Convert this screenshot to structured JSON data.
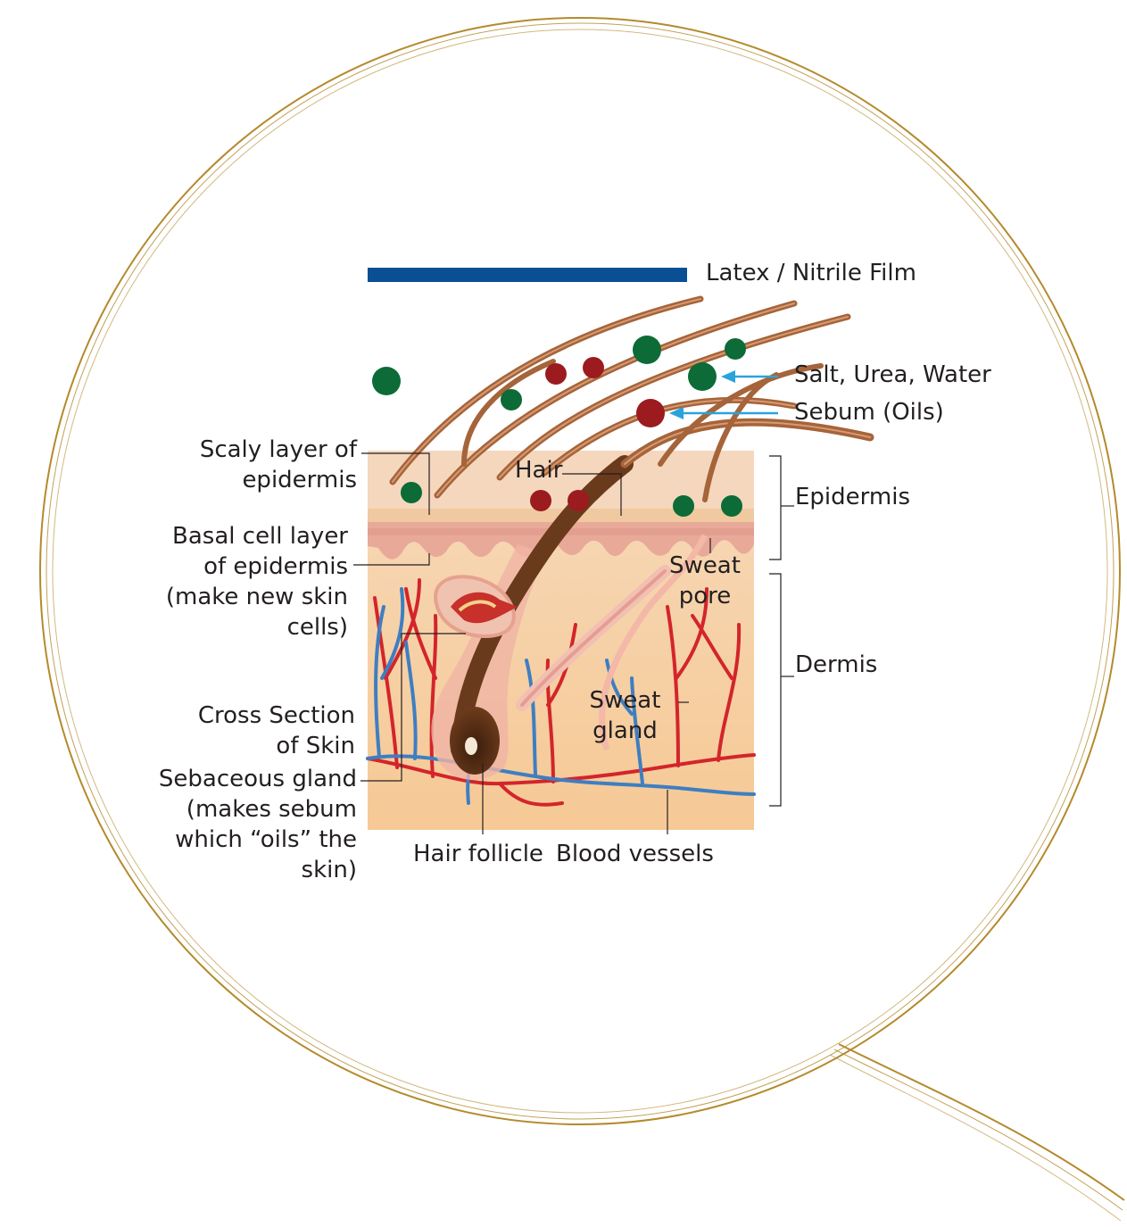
{
  "film_label": "Latex / Nitrile Film",
  "legend": {
    "salt_urea_water": "Salt, Urea, Water",
    "sebum": "Sebum (Oils)"
  },
  "labels": {
    "scaly_layer": "Scaly layer of epidermis",
    "basal_layer": "Basal cell layer of epidermis (make new skin cells)",
    "cross_section": "Cross Section of Skin",
    "sebaceous_gland": "Sebaceous gland (makes sebum which “oils” the skin)",
    "hair": "Hair",
    "sweat_pore": "Sweat pore",
    "sweat_gland": "Sweat gland",
    "hair_follicle": "Hair follicle",
    "blood_vessels": "Blood vessels",
    "epidermis": "Epidermis",
    "dermis": "Dermis"
  },
  "colors": {
    "film": "#0a4f94",
    "salt_urea_water_dot": "#0c6b36",
    "sebum_dot": "#9b1b1e",
    "arrow": "#2aa3dc",
    "gold_ring": "#b48a2c",
    "skin": "#f6d2a4",
    "hair": "#a5643a",
    "artery": "#d3252b",
    "vein": "#3e7ec2"
  }
}
